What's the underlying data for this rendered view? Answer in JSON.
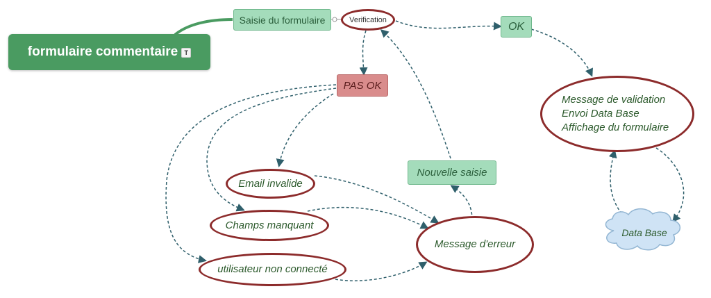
{
  "root": {
    "label": "formulaire commentaire",
    "icon": "note-icon",
    "icon_glyph": "T"
  },
  "nodes": {
    "saisie": "Saisie du formulaire",
    "verification": "Verification",
    "ok": "OK",
    "pas_ok": "PAS OK",
    "validation_lines": [
      "Message de validation",
      "Envoi Data Base",
      "Affichage du formulaire"
    ],
    "nouvelle_saisie": "Nouvelle saisie",
    "email_invalide": "Email invalide",
    "champs_manquant": "Champs manquant",
    "utilisateur": "utilisateur non connecté",
    "message_erreur": "Message d'erreur",
    "data_base": "Data Base"
  },
  "colors": {
    "root_green": "#4a9b61",
    "topic_green": "#a4dcbb",
    "topic_red": "#d98c8c",
    "ellipse_border": "#8c2b2b",
    "arrow_teal": "#2f5f6b",
    "cloud_blue": "#cfe3f5"
  }
}
